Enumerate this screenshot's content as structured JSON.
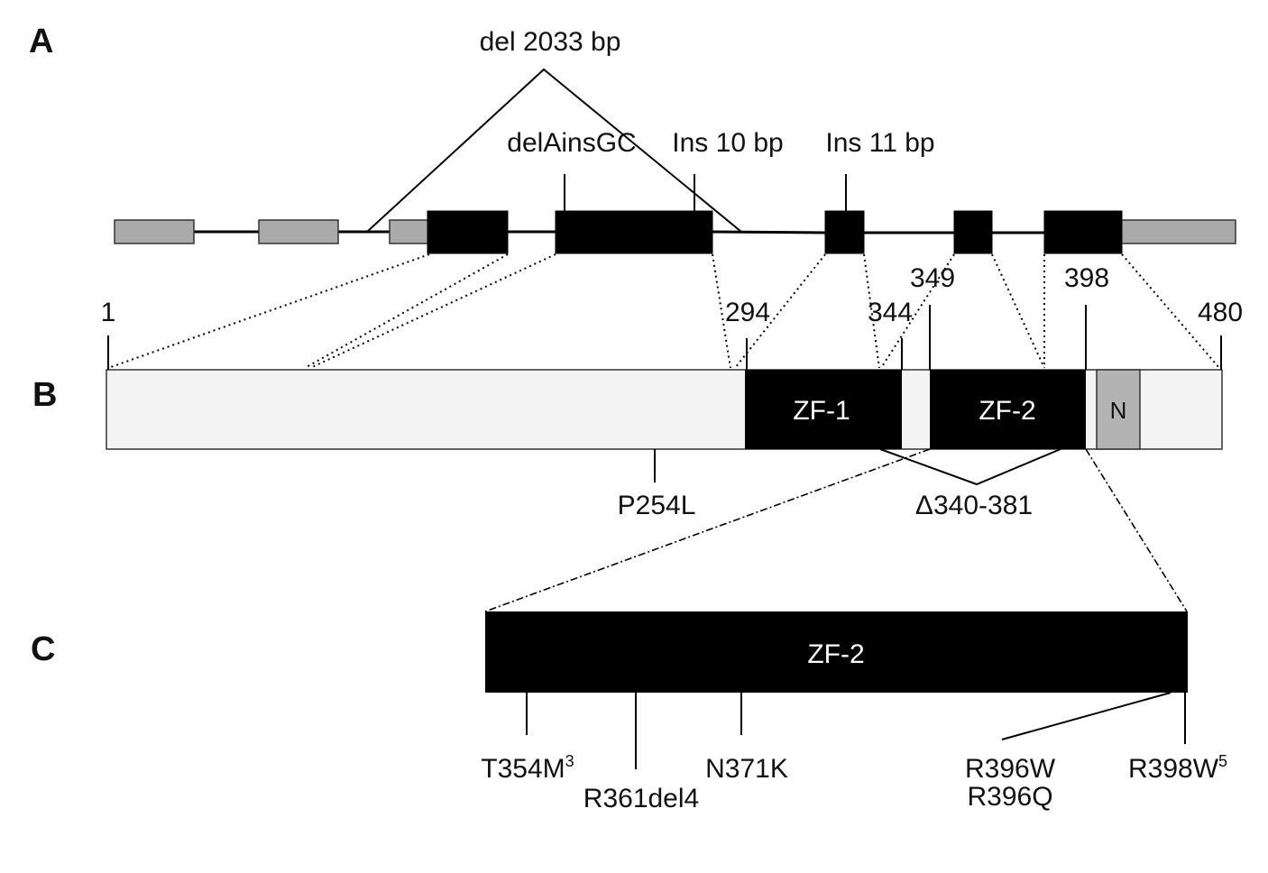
{
  "panels": {
    "a": "A",
    "b": "B",
    "c": "C"
  },
  "gene_labels": {
    "deletion": "del 2033 bp",
    "delins": "delAinsGC",
    "ins10": "Ins 10 bp",
    "ins11": "Ins 11 bp"
  },
  "protein": {
    "positions": {
      "p1": "1",
      "p294": "294",
      "p344": "344",
      "p349": "349",
      "p398": "398",
      "p480": "480"
    },
    "domains": {
      "zf1": "ZF-1",
      "zf2": "ZF-2",
      "n": "N"
    },
    "mutations": {
      "p254l": "P254L",
      "del340": "Δ340-381"
    }
  },
  "zf2_detail": {
    "title": "ZF-2",
    "mutations": [
      {
        "text": "T354M",
        "sup": "3"
      },
      {
        "text": "R361del4",
        "sup": ""
      },
      {
        "text": "N371K",
        "sup": ""
      },
      {
        "text": "R396W",
        "sup": ""
      },
      {
        "text": "R396Q",
        "sup": ""
      },
      {
        "text": "R398W",
        "sup": "5"
      }
    ]
  }
}
